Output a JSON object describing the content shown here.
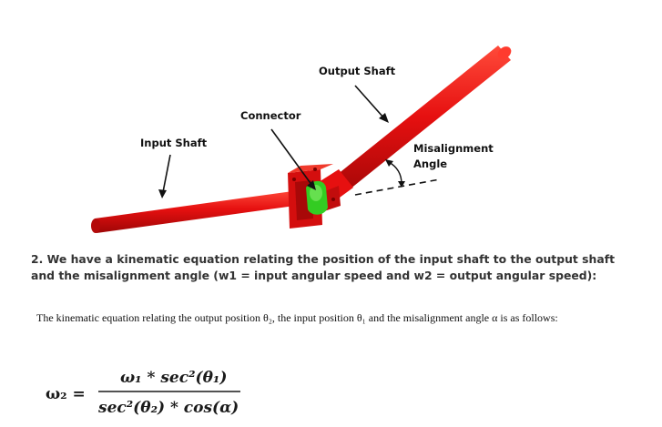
{
  "figure": {
    "labels": {
      "output_shaft": "Output Shaft",
      "connector": "Connector",
      "input_shaft": "Input Shaft",
      "misalignment_line1": "Misalignment",
      "misalignment_line2": "Angle"
    },
    "colors": {
      "shaft": "#e61010",
      "shaft_dark": "#a80808",
      "connector": "#33cc22"
    }
  },
  "question": "2. We have a kinematic equation relating the position of the input shaft to the output shaft and the misalignment angle (w1 = input angular speed and w2 = output angular speed):",
  "intro": "The kinematic equation relating the output position θ₂, the input position θ₁ and the misalignment angle α is as follows:",
  "equation": {
    "lhs": "ω₂ =",
    "numerator": "ω₁ * sec²(θ₁)",
    "denominator": "sec²(θ₂) * cos(α)"
  }
}
